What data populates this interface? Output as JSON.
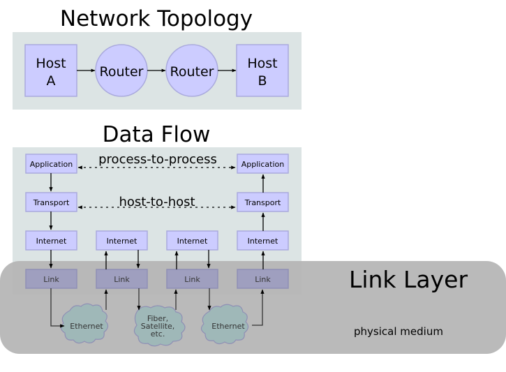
{
  "topology": {
    "title": "Network Topology",
    "nodes": [
      {
        "label_lines": [
          "Host",
          "A"
        ],
        "shape": "box"
      },
      {
        "label_lines": [
          "Router"
        ],
        "shape": "circle"
      },
      {
        "label_lines": [
          "Router"
        ],
        "shape": "circle"
      },
      {
        "label_lines": [
          "Host",
          "B"
        ],
        "shape": "box"
      }
    ]
  },
  "dataflow": {
    "title": "Data Flow",
    "process_label": "process-to-process",
    "host_label": "host-to-host",
    "columns": [
      {
        "layers": [
          "Application",
          "Transport",
          "Internet",
          "Link"
        ]
      },
      {
        "layers": [
          "Internet",
          "Link"
        ]
      },
      {
        "layers": [
          "Internet",
          "Link"
        ]
      },
      {
        "layers": [
          "Application",
          "Transport",
          "Internet",
          "Link"
        ]
      }
    ]
  },
  "link_layer": {
    "title": "Link Layer",
    "subtitle": "physical medium",
    "clouds": [
      {
        "label_lines": [
          "Ethernet"
        ]
      },
      {
        "label_lines": [
          "Fiber,",
          "Satellite,",
          "etc."
        ]
      },
      {
        "label_lines": [
          "Ethernet"
        ]
      }
    ]
  },
  "colors": {
    "panel_bg": "#dce4e4",
    "node_fill": "#ccccff",
    "node_stroke": "#aaaadd",
    "link_band": "#b5b5b5",
    "cloud_fill": "#9fb8b8",
    "cloud_stroke": "#8f8fb5"
  }
}
